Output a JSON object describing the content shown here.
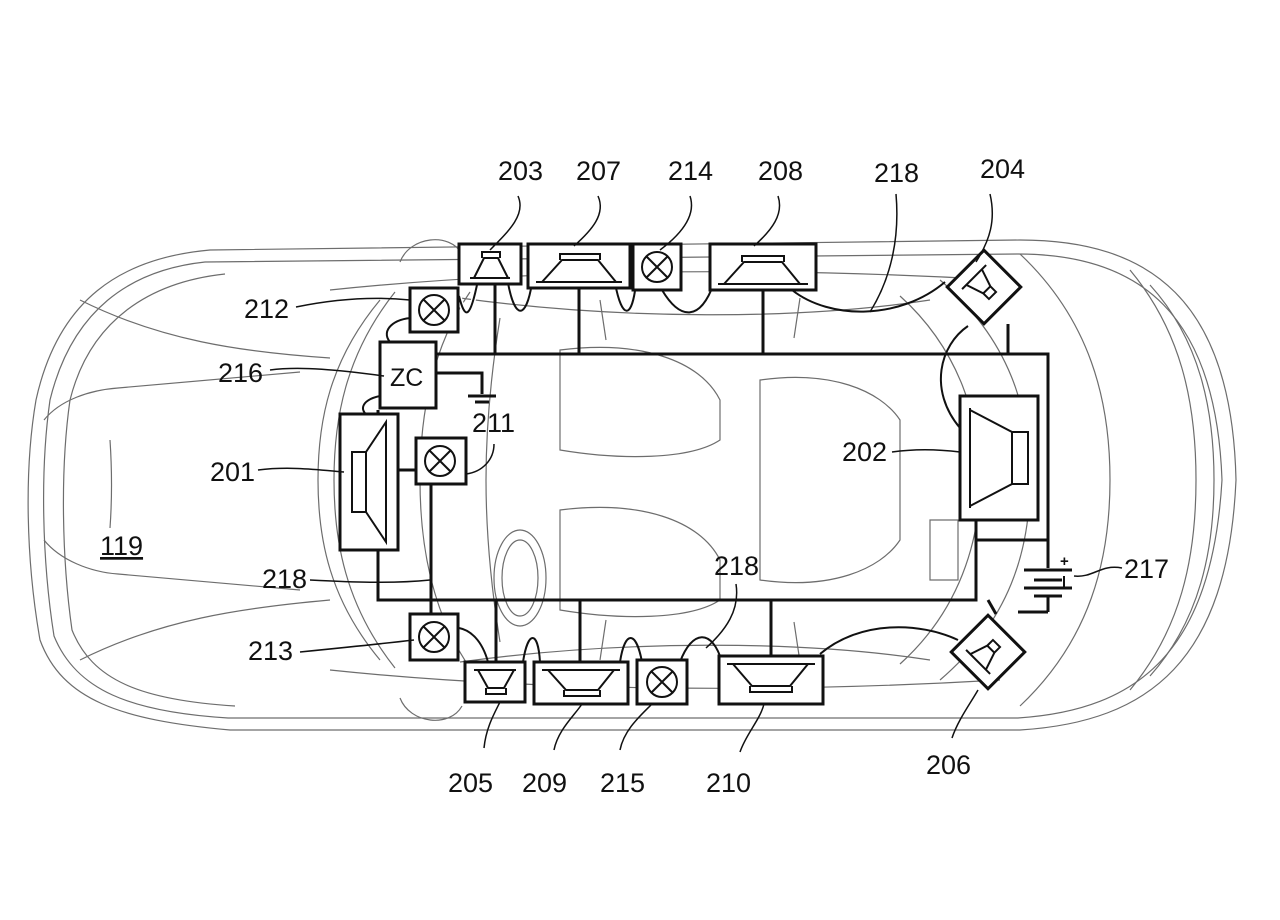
{
  "figure": {
    "vehicle_ref": "119",
    "controller_text": "ZC",
    "battery_plus": "+",
    "callouts": {
      "l201": "201",
      "l202": "202",
      "l203": "203",
      "l204": "204",
      "l205": "205",
      "l206": "206",
      "l207": "207",
      "l208": "208",
      "l209": "209",
      "l210": "210",
      "l211": "211",
      "l212": "212",
      "l213": "213",
      "l214": "214",
      "l215": "215",
      "l216": "216",
      "l217": "217",
      "l218_top": "218",
      "l218_left": "218",
      "l218_bottom": "218"
    }
  }
}
